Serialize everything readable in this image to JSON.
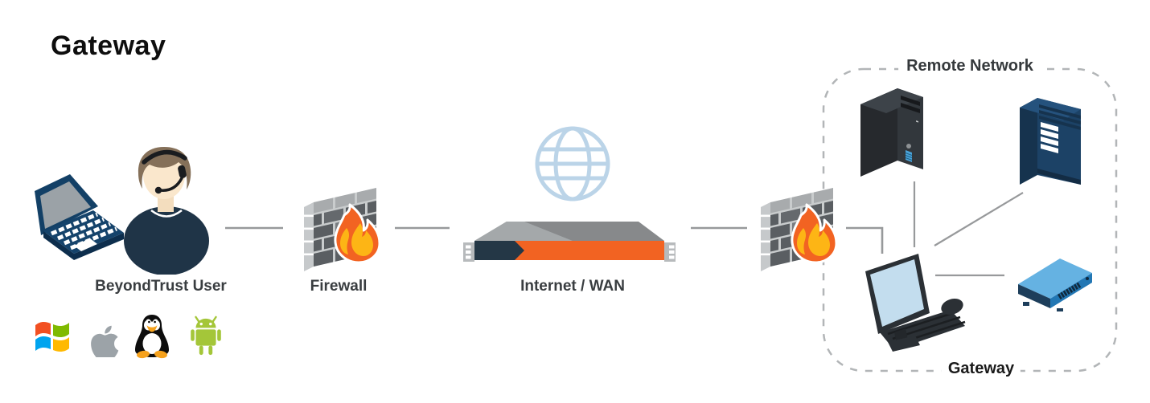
{
  "title": "Gateway",
  "nodes": {
    "user": {
      "label": "BeyondTrust User"
    },
    "firewall": {
      "label": "Firewall"
    },
    "internet_wan": {
      "label": "Internet / WAN"
    }
  },
  "remote_network": {
    "label": "Remote Network",
    "gateway_label": "Gateway"
  },
  "os_icons": [
    "windows-icon",
    "apple-icon",
    "linux-icon",
    "android-icon"
  ],
  "devices": [
    "laptop",
    "support-user",
    "firewall",
    "globe",
    "appliance",
    "firewall",
    "tower-pc",
    "server",
    "desktop-computer",
    "network-switch"
  ],
  "colors": {
    "accent_orange": "#F26322",
    "flame_yellow": "#FDB515",
    "navy": "#1F3447",
    "line_gray": "#97999B",
    "globe_blue": "#BBD4E8",
    "switch_blue": "#65B2E2",
    "dash_border": "#B2B5B7"
  }
}
